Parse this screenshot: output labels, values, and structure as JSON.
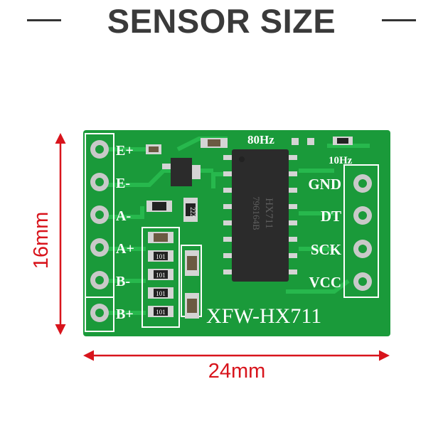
{
  "header": {
    "title": "SENSOR SIZE"
  },
  "dimensions": {
    "width_label": "24mm",
    "height_label": "16mm"
  },
  "board": {
    "name": "XFW-HX711",
    "chip_marking_line1": "HX711",
    "chip_marking_line2": "796164B",
    "freq_80": "80Hz",
    "freq_10": "10Hz",
    "left_pins": [
      "E+",
      "E-",
      "A-",
      "A+",
      "B-",
      "B+"
    ],
    "right_pins": [
      "GND",
      "DT",
      "SCK",
      "VCC"
    ],
    "resistor_code": "101",
    "resistor_code_2": "222"
  },
  "colors": {
    "pcb": "#1a9a3a",
    "trace": "#26b84c",
    "silkscreen": "#ffffff",
    "dimension": "#d8141c",
    "chip": "#2b2b2b",
    "pad": "#c9c9c9"
  }
}
